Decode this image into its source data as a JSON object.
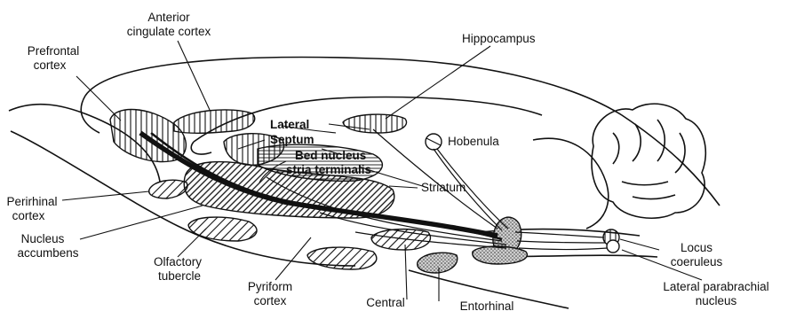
{
  "labels": {
    "anterior_cingulate_line1": "Anterior",
    "anterior_cingulate_line2": "cingulate cortex",
    "prefrontal_line1": "Prefrontal",
    "prefrontal_line2": "cortex",
    "hippocampus": "Hippocampus",
    "lateral": "Lateral",
    "septum": "Septum",
    "bed_nucleus_line1": "Bed nucleus",
    "bed_nucleus_line2": "stria terminalis",
    "habenula": "Hobenula",
    "striatum": "Striatum",
    "perirhinal_line1": "Perirhinal",
    "perirhinal_line2": "cortex",
    "nucleus_accumbens_line1": "Nucleus",
    "nucleus_accumbens_line2": "accumbens",
    "olfactory_line1": "Olfactory",
    "olfactory_line2": "tubercle",
    "pyriform_line1": "Pyriform",
    "pyriform_line2": "cortex",
    "central": "Central",
    "entorhinal": "Entorhinal",
    "locus_line1": "Locus",
    "locus_line2": "coeruleus",
    "parabrachial_line1": "Lateral parabrachial",
    "parabrachial_line2": "nucleus"
  }
}
